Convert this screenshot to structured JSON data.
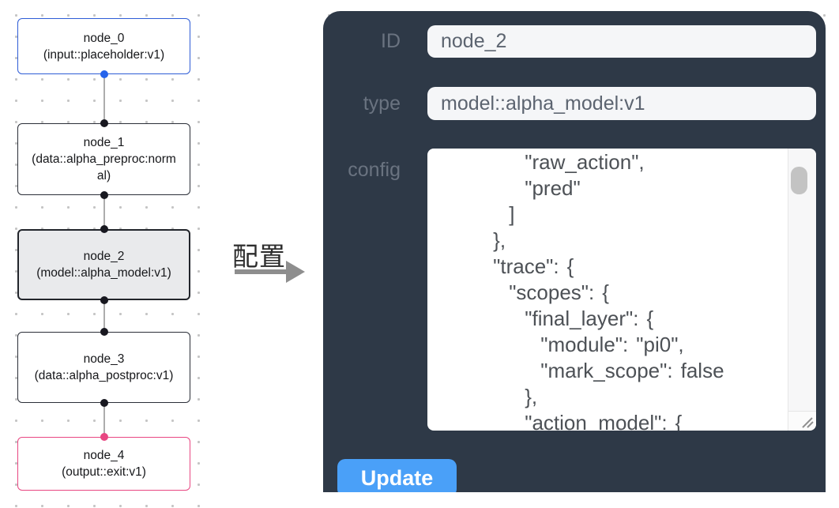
{
  "flow": {
    "nodes": [
      {
        "label": "node_0",
        "sublabel": "(input::placeholder:v1)",
        "variant": "input"
      },
      {
        "label": "node_1",
        "sublabel": "(data::alpha_preproc:normal)",
        "variant": "default"
      },
      {
        "label": "node_2",
        "sublabel": "(model::alpha_model:v1)",
        "variant": "selected"
      },
      {
        "label": "node_3",
        "sublabel": "(data::alpha_postproc:v1)",
        "variant": "default"
      },
      {
        "label": "node_4",
        "sublabel": "(output::exit:v1)",
        "variant": "output"
      }
    ],
    "colors": {
      "input_border": "#2e5cd6",
      "default_border": "#2b2f38",
      "selected_bg": "#e9eaec",
      "output_border": "#e84782",
      "edge": "#adadad",
      "handle_default": "#181820",
      "handle_input": "#2563eb",
      "handle_output": "#e84782"
    }
  },
  "annotation": {
    "label": "配置"
  },
  "panel": {
    "fields": [
      {
        "label": "ID",
        "value": "node_2"
      },
      {
        "label": "type",
        "value": "model::alpha_model:v1"
      }
    ],
    "config": {
      "label": "config",
      "lines": [
        "          \"raw_action\",",
        "          \"pred\"",
        "        ]",
        "      },",
        "      \"trace\": {",
        "        \"scopes\": {",
        "          \"final_layer\": {",
        "            \"module\": \"pi0\",",
        "            \"mark_scope\": false",
        "          },",
        "          \"action_model\": {"
      ]
    },
    "update_label": "Update",
    "colors": {
      "bg": "#2e3947",
      "button": "#4aa0f8",
      "input_bg": "#f5f6f8"
    }
  }
}
